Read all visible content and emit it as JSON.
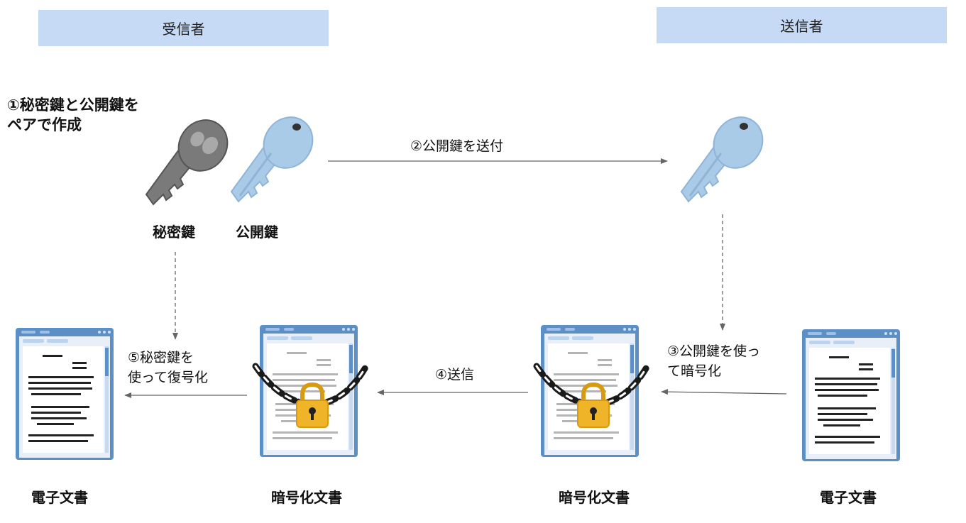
{
  "receiver_header": "受信者",
  "sender_header": "送信者",
  "steps": {
    "step1_line1": "①秘密鍵と公開鍵を",
    "step1_line2": "ペアで作成",
    "step2": "②公開鍵を送付",
    "step3_line1": "③公開鍵を使っ",
    "step3_line2": "て暗号化",
    "step4": "④送信",
    "step5_line1": "⑤秘密鍵を",
    "step5_line2": "使って復号化"
  },
  "labels": {
    "private_key": "秘密鍵",
    "public_key": "公開鍵",
    "receiver_document": "電子文書",
    "receiver_encrypted": "暗号化文書",
    "sender_encrypted": "暗号化文書",
    "sender_document": "電子文書"
  },
  "icons": {
    "private_key": "key-gray-icon",
    "public_key": "key-blue-icon",
    "document": "document-icon",
    "encrypted_document": "locked-document-icon"
  },
  "colors": {
    "header_bg": "#c6d9f5",
    "key_blue": "#a9cbe8",
    "key_gray": "#7a7a7a",
    "doc_frame": "#5d8fc7",
    "lock": "#f0b429",
    "arrow": "#666666"
  }
}
